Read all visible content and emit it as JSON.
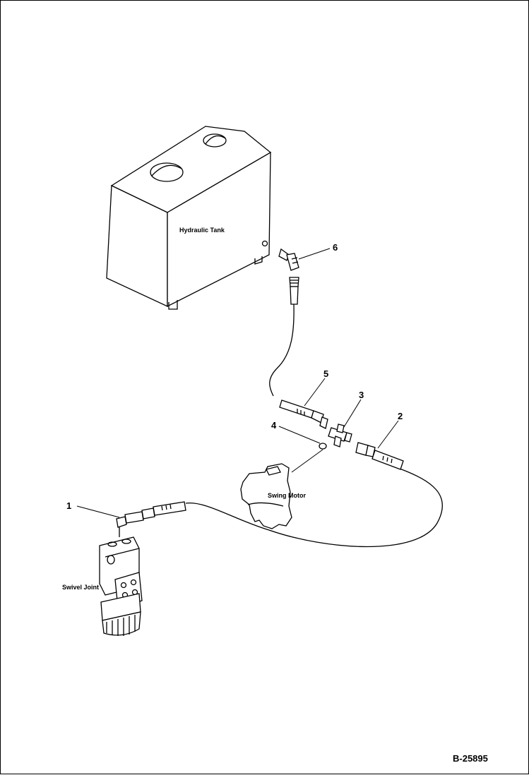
{
  "diagram": {
    "components": {
      "hydraulic_tank": "Hydraulic Tank",
      "swing_motor": "Swing Motor",
      "swivel_joint": "Swivel Joint"
    },
    "callouts": [
      "1",
      "2",
      "3",
      "4",
      "5",
      "6"
    ],
    "reference_number": "B-25895"
  }
}
